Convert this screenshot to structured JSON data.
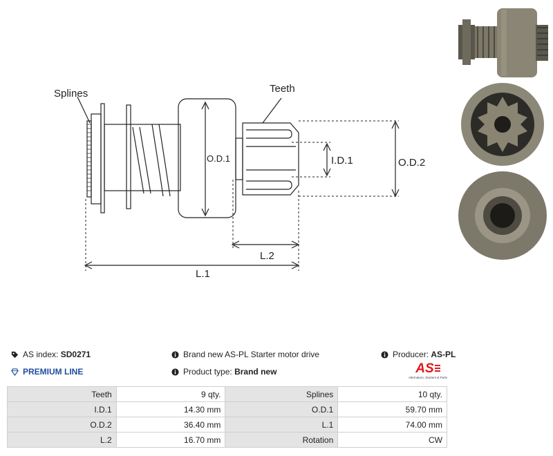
{
  "diagram": {
    "labels": {
      "splines": "Splines",
      "teeth": "Teeth",
      "od1": "O.D.1",
      "id1": "I.D.1",
      "od2": "O.D.2",
      "l2": "L.2",
      "l1": "L.1"
    }
  },
  "info": {
    "as_index_label": "AS index:",
    "as_index_value": "SD0271",
    "premium": "PREMIUM LINE",
    "description": "Brand new AS-PL Starter motor drive",
    "product_type_label": "Product type:",
    "product_type_value": "Brand new",
    "producer_label": "Producer:",
    "producer_value": "AS-PL",
    "logo_text": "AS",
    "logo_tagline": "Alternators, Starters & Parts"
  },
  "specs": [
    {
      "k1": "Teeth",
      "v1": "9 qty.",
      "k2": "Splines",
      "v2": "10 qty."
    },
    {
      "k1": "I.D.1",
      "v1": "14.30 mm",
      "k2": "O.D.1",
      "v2": "59.70 mm"
    },
    {
      "k1": "O.D.2",
      "v1": "36.40 mm",
      "k2": "L.1",
      "v2": "74.00 mm"
    },
    {
      "k1": "L.2",
      "v1": "16.70 mm",
      "k2": "Rotation",
      "v2": "CW"
    }
  ],
  "colors": {
    "accent_red": "#e2161b",
    "premium_blue": "#1f4e9c",
    "table_key_bg": "#e4e4e4",
    "metal": "#6f6a5c"
  }
}
